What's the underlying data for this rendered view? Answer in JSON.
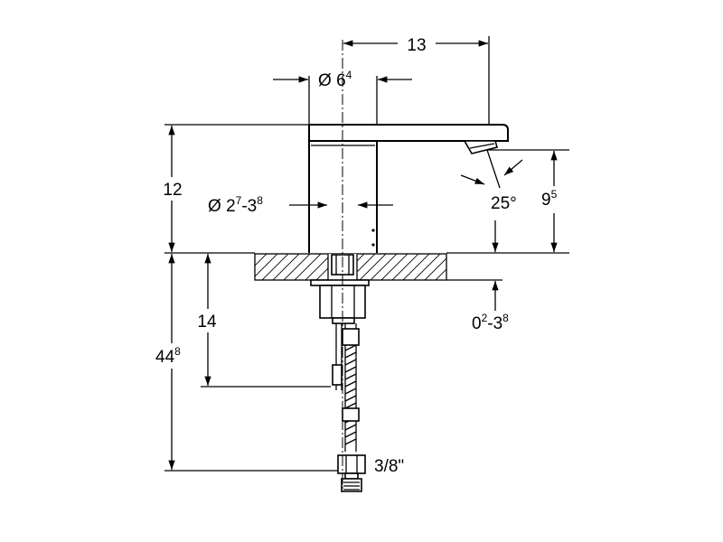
{
  "dimensions": {
    "spout_reach": {
      "main": "13",
      "sup": ""
    },
    "body_diameter": {
      "prefix": "Ø ",
      "main": "6",
      "sup": "4"
    },
    "hole_diameter": {
      "prefix": "Ø ",
      "main": "2",
      "sup": "7",
      "mid": "-3",
      "sup2": "8"
    },
    "body_height": {
      "main": "12",
      "sup": ""
    },
    "spout_height": {
      "main": "9",
      "sup": "5"
    },
    "spout_angle": {
      "main": "25°"
    },
    "deck_thickness": {
      "main": "0",
      "sup": "2",
      "mid": "-3",
      "sup2": "8"
    },
    "hose_min": {
      "main": "14"
    },
    "total_below": {
      "main": "44",
      "sup": "8"
    },
    "connection": {
      "main": "3/8\""
    }
  }
}
